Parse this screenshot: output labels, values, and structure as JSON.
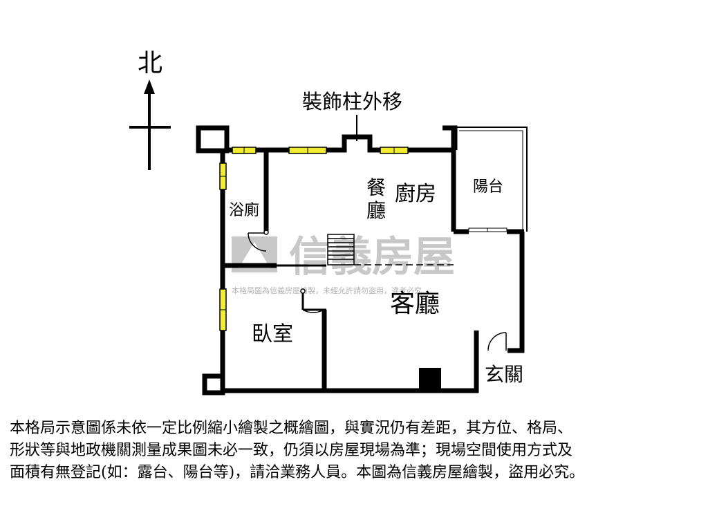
{
  "compass": {
    "north_label": "北"
  },
  "annotations": {
    "pillar_note": "裝飾柱外移"
  },
  "rooms": {
    "bathroom": "浴廁",
    "dining_1": "餐",
    "dining_2": "廳",
    "kitchen": "廚房",
    "balcony": "陽台",
    "living": "客廳",
    "bedroom": "臥室",
    "entrance": "玄關"
  },
  "watermark": {
    "brand": "信義房屋",
    "notice": "本格局圖為信義房屋繪製，未經允許請勿盜用，違者必究"
  },
  "colors": {
    "wall": "#000000",
    "window": "#f2ec32",
    "watermark": "#c8c8c8"
  },
  "disclaimer": {
    "line1": "本格局示意圖係未依一定比例縮小繪製之概繪圖，與實況仍有差距，其方位、格局、",
    "line2": "形狀等與地政機關測量成果圖未必一致，仍須以房屋現場為準；現場空間使用方式及",
    "line3": "面積有無登記(如：露台、陽台等)，請洽業務人員。本圖為信義房屋繪製，盜用必究。"
  }
}
